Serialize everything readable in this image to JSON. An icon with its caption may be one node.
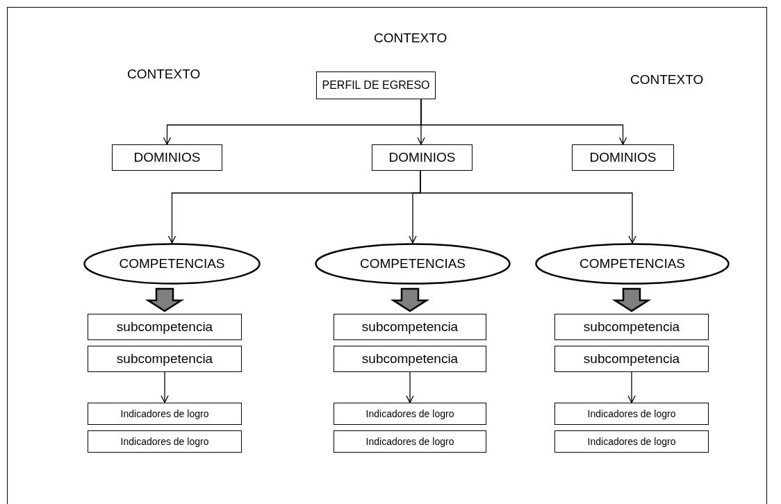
{
  "diagram": {
    "nodes": [
      {
        "text": [
          "PERFIL DE EGRESO"
        ]
      },
      {
        "text": [
          "DOMINIOS"
        ]
      },
      {
        "text": [
          "DOMINIOS"
        ]
      },
      {
        "text": [
          "DOMINIOS"
        ]
      },
      {
        "text": [
          "COMPETENCIAS"
        ]
      },
      {
        "text": [
          "COMPETENCIAS"
        ]
      },
      {
        "text": [
          "COMPETENCIAS"
        ]
      },
      {
        "text": [
          "subcompetencia"
        ]
      },
      {
        "text": [
          "subcompetencia"
        ]
      },
      {
        "text": [
          "subcompetencia"
        ]
      },
      {
        "text": [
          "subcompetencia"
        ]
      },
      {
        "text": [
          "subcompetencia"
        ]
      },
      {
        "text": [
          "subcompetencia"
        ]
      },
      {
        "text": [
          "Indicadores de logro"
        ]
      },
      {
        "text": [
          "Indicadores de logro"
        ]
      },
      {
        "text": [
          "Indicadores de logro"
        ]
      },
      {
        "text": [
          "Indicadores de logro"
        ]
      },
      {
        "text": [
          "Indicadores de logro"
        ]
      },
      {
        "text": [
          "Indicadores de logro"
        ]
      }
    ],
    "edges": [
      {
        "from": 0,
        "to": 1,
        "arrow": "to"
      },
      {
        "from": 0,
        "to": 2,
        "arrow": "to"
      },
      {
        "from": 0,
        "to": 3,
        "arrow": "to"
      },
      {
        "from": 2,
        "to": 4,
        "arrow": "to"
      },
      {
        "from": 2,
        "to": 5,
        "arrow": "to"
      },
      {
        "from": 2,
        "to": 6,
        "arrow": "to"
      },
      {
        "from": 4,
        "to": 7,
        "arrow": "to",
        "style": "thick",
        "color": "#7f7f7f"
      },
      {
        "from": 5,
        "to": 9,
        "arrow": "to",
        "style": "thick",
        "color": "#7f7f7f"
      },
      {
        "from": 6,
        "to": 11,
        "arrow": "to",
        "style": "thick",
        "color": "#7f7f7f"
      },
      {
        "from": 8,
        "to": 13,
        "arrow": "to"
      },
      {
        "from": 10,
        "to": 15,
        "arrow": "to"
      },
      {
        "from": 12,
        "to": 17,
        "arrow": "to"
      }
    ],
    "labels": [
      "CONTEXTO",
      "CONTEXTO",
      "CONTEXTO"
    ]
  }
}
